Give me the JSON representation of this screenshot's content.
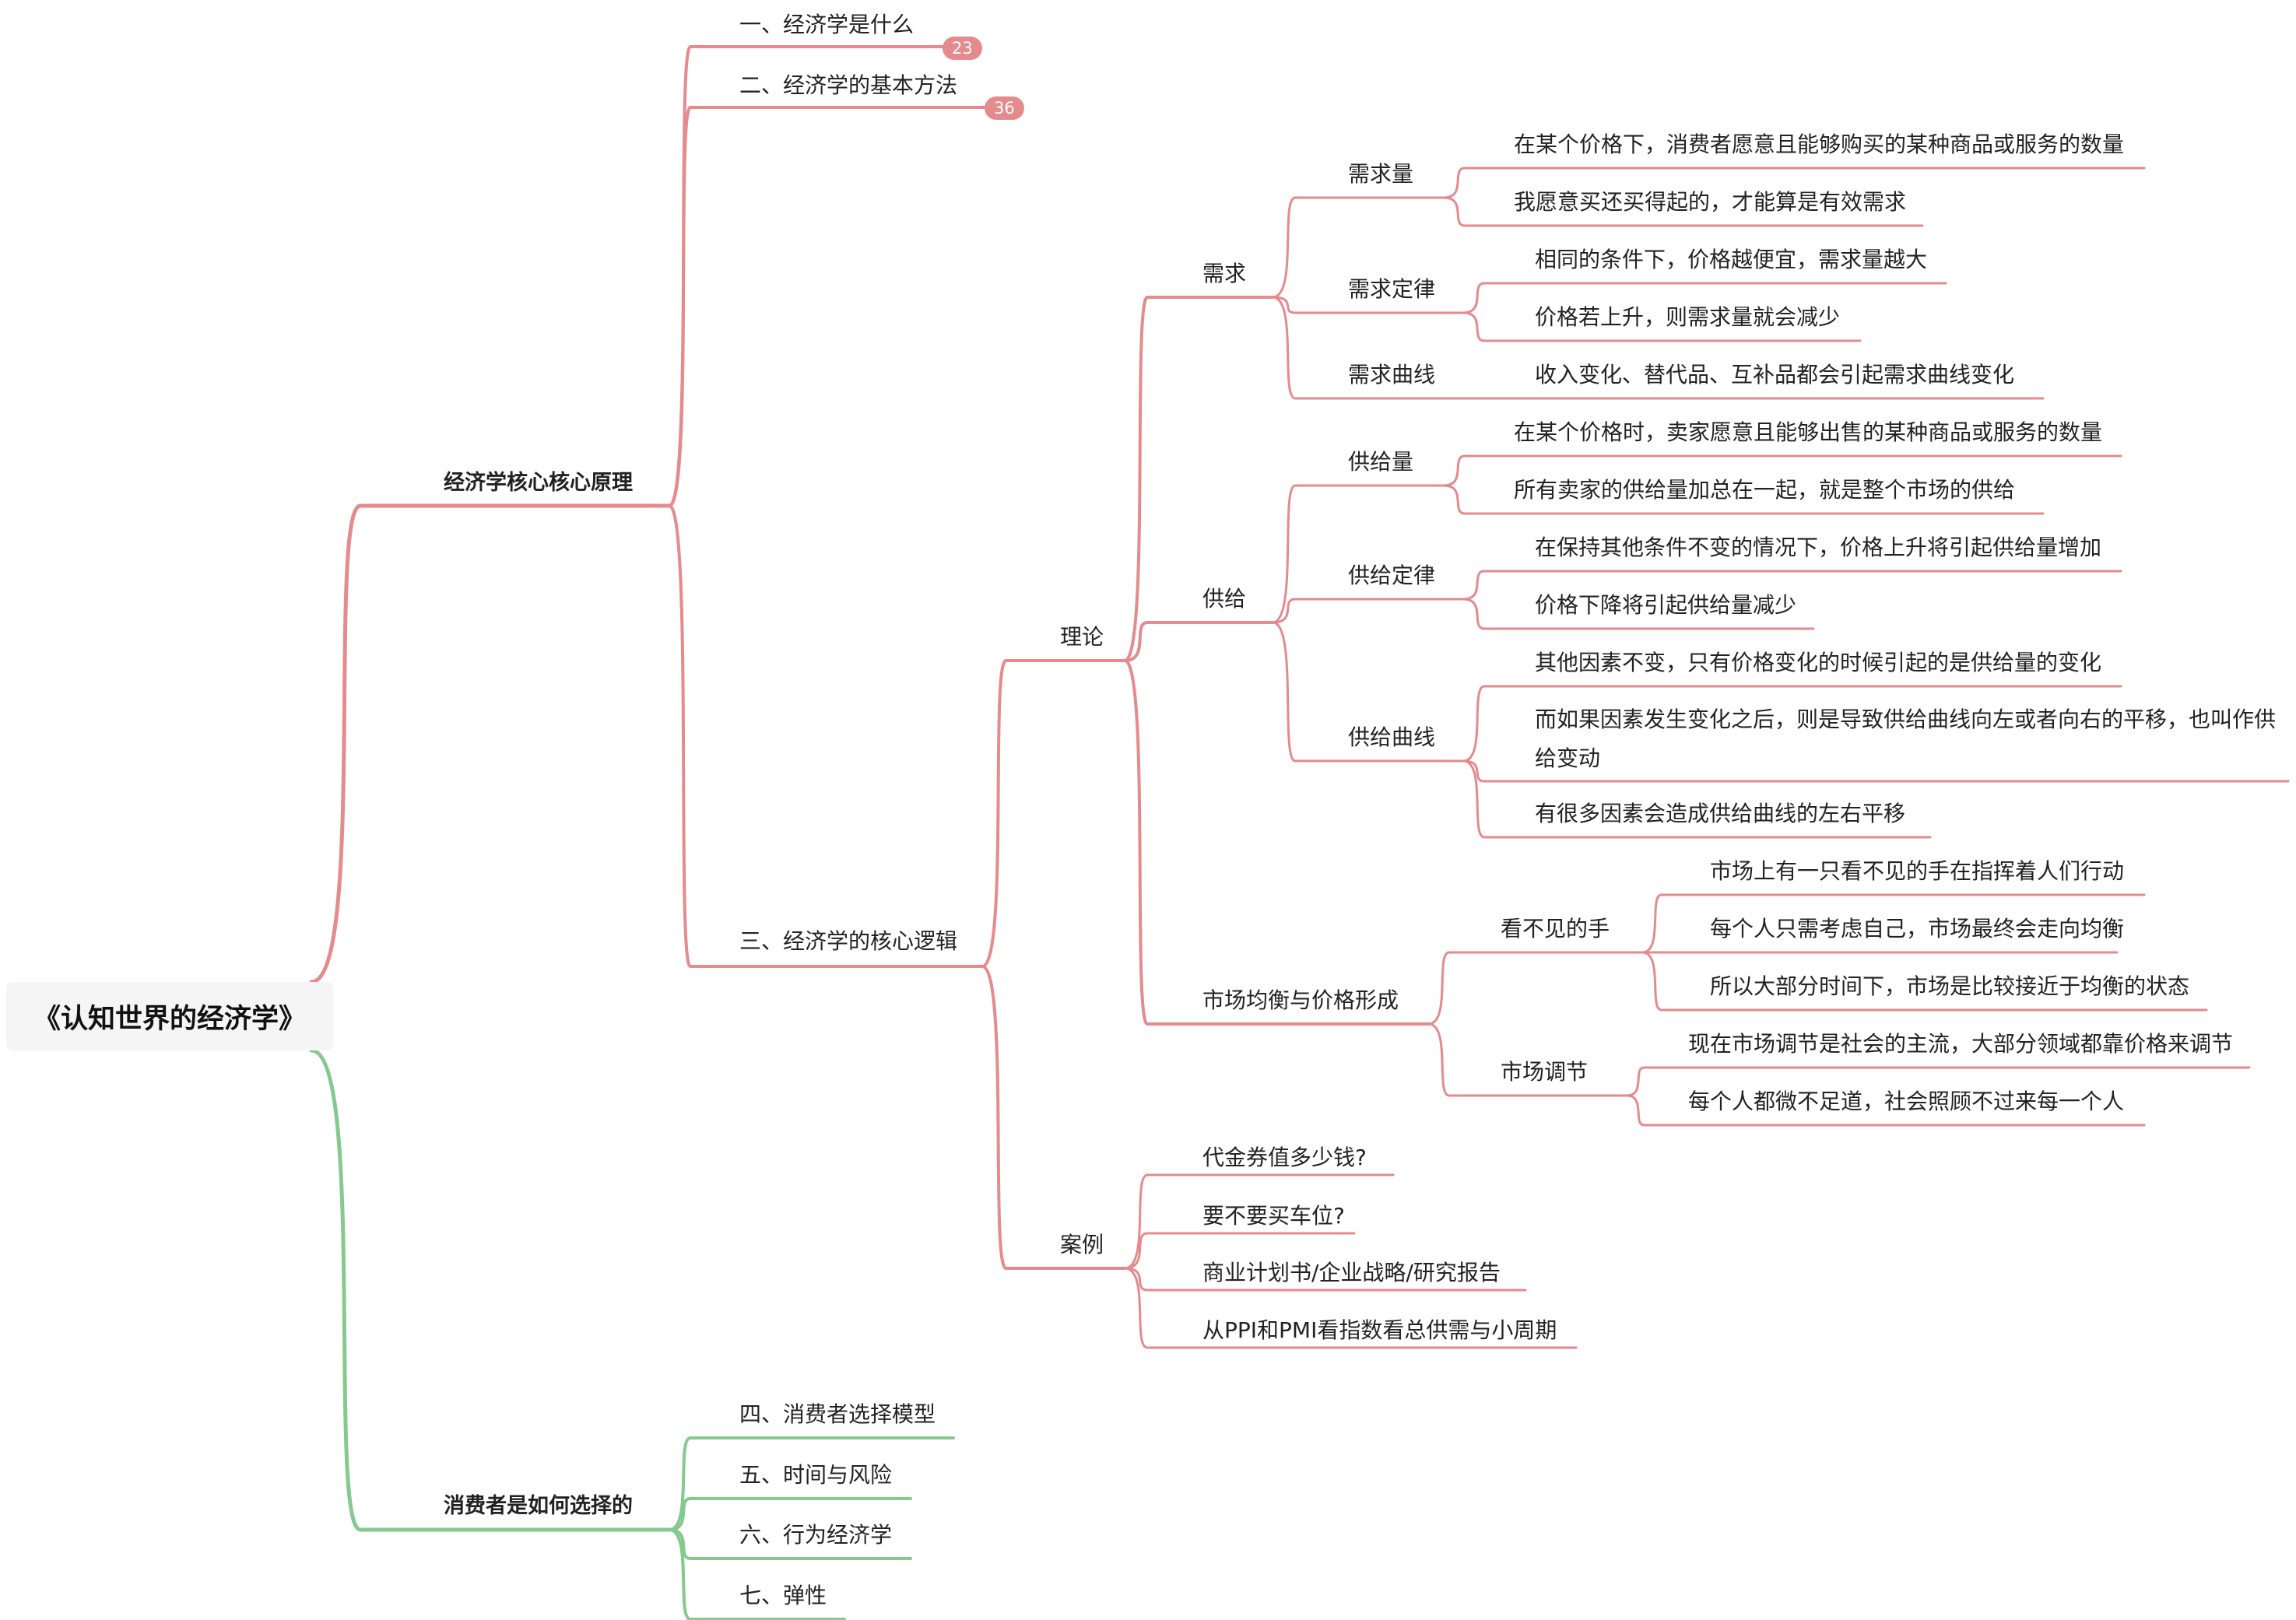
{
  "colors": {
    "red_branch": "#e58a8d",
    "green_branch": "#86c98f"
  },
  "root": {
    "label": "《认知世界的经济学》"
  },
  "nodes": {
    "b1": "经济学核心核心原理",
    "b2": "消费者是如何选择的",
    "c1": "一、经济学是什么",
    "c1_count": "23",
    "c2": "二、经济学的基本方法",
    "c2_count": "36",
    "c3": "三、经济学的核心逻辑",
    "theory": "理论",
    "demand": "需求",
    "qd": "需求量",
    "qd1": "在某个价格下，消费者愿意且能够购买的某种商品或服务的数量",
    "qd2": "我愿意买还买得起的，才能算是有效需求",
    "law_d": "需求定律",
    "law_d1": "相同的条件下，价格越便宜，需求量越大",
    "law_d2": "价格若上升，则需求量就会减少",
    "curve_d": "需求曲线",
    "curve_d1": "收入变化、替代品、互补品都会引起需求曲线变化",
    "supply": "供给",
    "qs": "供给量",
    "qs1": "在某个价格时，卖家愿意且能够出售的某种商品或服务的数量",
    "qs2": "所有卖家的供给量加总在一起，就是整个市场的供给",
    "law_s": "供给定律",
    "law_s1": "在保持其他条件不变的情况下，价格上升将引起供给量增加",
    "law_s2": "价格下降将引起供给量减少",
    "curve_s": "供给曲线",
    "curve_s1": "其他因素不变，只有价格变化的时候引起的是供给量的变化",
    "curve_s2": "而如果因素发生变化之后，则是导致供给曲线向左或者向右的平移，也叫作供给变动",
    "curve_s3": "有很多因素会造成供给曲线的左右平移",
    "market": "市场均衡与价格形成",
    "invisible": "看不见的手",
    "inv1": "市场上有一只看不见的手在指挥着人们行动",
    "inv2": "每个人只需考虑自己，市场最终会走向均衡",
    "inv3": "所以大部分时间下，市场是比较接近于均衡的状态",
    "regulate": "市场调节",
    "reg1": "现在市场调节是社会的主流，大部分领域都靠价格来调节",
    "reg2": "每个人都微不足道，社会照顾不过来每一个人",
    "cases": "案例",
    "case1": "代金券值多少钱?",
    "case2": "要不要买车位?",
    "case3": "商业计划书/企业战略/研究报告",
    "case4": "从PPI和PMI看指数看总供需与小周期",
    "g1": "四、消费者选择模型",
    "g2": "五、时间与风险",
    "g3": "六、行为经济学",
    "g4": "七、弹性"
  }
}
